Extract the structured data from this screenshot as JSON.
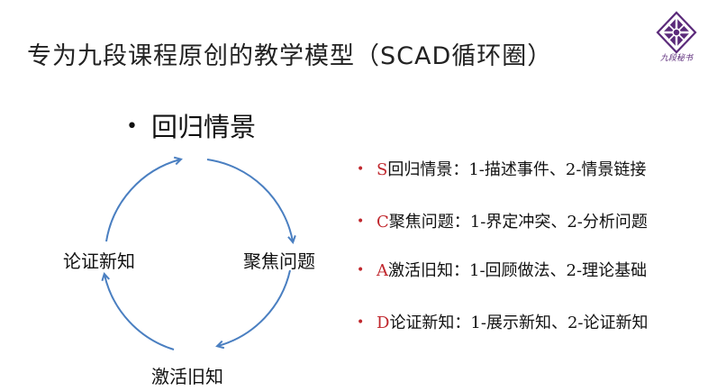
{
  "title": "专为九段课程原创的教学模型（SCAD循环圈）",
  "logo": {
    "text": "九段秘书",
    "icon": "diamond-cross-icon",
    "color": "#5b2a7a"
  },
  "main_bullet": "回归情景",
  "cycle": {
    "arrow_color": "#4a7fc1",
    "nodes": {
      "left": "论证新知",
      "right": "聚焦问题",
      "bottom": "激活旧知"
    }
  },
  "list": {
    "bullet_color": "#c0272d",
    "items": [
      {
        "letter": "S",
        "text": "回归情景：1-描述事件、2-情景链接"
      },
      {
        "letter": "C",
        "text": "聚焦问题：1-界定冲突、2-分析问题"
      },
      {
        "letter": "A",
        "text": "激活旧知：1-回顾做法、2-理论基础"
      },
      {
        "letter": "D",
        "text": "论证新知：1-展示新知、2-论证新知"
      }
    ]
  }
}
